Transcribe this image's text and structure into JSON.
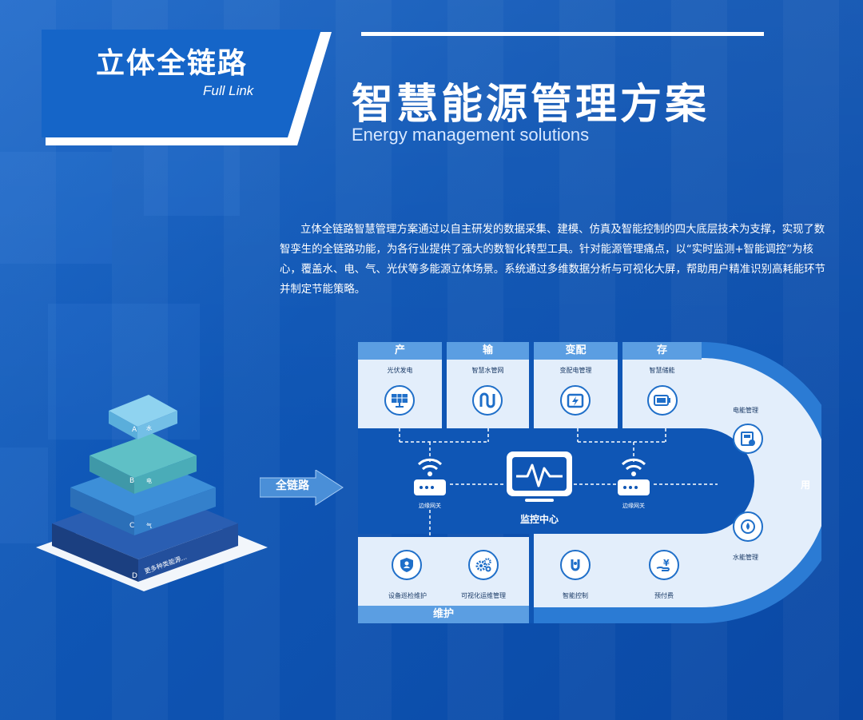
{
  "header": {
    "badge_title": "立体全链路",
    "badge_sub": "Full Link",
    "title": "智慧能源管理方案",
    "subtitle": "Energy management solutions"
  },
  "intro": "立体全链路智慧管理方案通过以自主研发的数据采集、建模、仿真及智能控制的四大底层技术为支撑，实现了数智孪生的全链路功能，为各行业提供了强大的数智化转型工具。针对能源管理痛点，以“实时监测+智能调控”为核心，覆盖水、电、气、光伏等多能源立体场景。系统通过多维数据分析与可视化大屏，帮助用户精准识别高耗能环节并制定节能策略。",
  "pyramid": {
    "layers": [
      {
        "letter": "A",
        "label": "水"
      },
      {
        "letter": "B",
        "label": "电"
      },
      {
        "letter": "C",
        "label": "气"
      },
      {
        "letter": "D",
        "label": "更多种类能源..."
      }
    ]
  },
  "arrow_label": "全链路",
  "diagram": {
    "columns": [
      {
        "head": "产",
        "item": "光伏发电",
        "icon": "solar-panel-icon"
      },
      {
        "head": "输",
        "item": "智慧水管网",
        "icon": "pipe-network-icon"
      },
      {
        "head": "变配",
        "item": "变配电管理",
        "icon": "power-distribution-icon"
      },
      {
        "head": "存",
        "item": "智慧储能",
        "icon": "battery-icon"
      }
    ],
    "use_label": "用",
    "use_items": [
      {
        "label": "电能管理",
        "icon": "electric-meter-icon"
      },
      {
        "label": "水能管理",
        "icon": "water-drop-icon"
      }
    ],
    "gateway_label": "边缘网关",
    "monitor_label": "监控中心",
    "maintain_label": "维护",
    "bottom_items": [
      {
        "label": "设备巡检维护",
        "icon": "shield-person-icon"
      },
      {
        "label": "可视化运维管理",
        "icon": "gears-icon"
      },
      {
        "label": "智能控制",
        "icon": "smart-control-icon"
      },
      {
        "label": "预付费",
        "icon": "prepaid-icon"
      }
    ]
  },
  "colors": {
    "background": "#0f56b5",
    "panel": "#e3eefb",
    "header_band": "#5b9ee2",
    "accent": "#1f6fc9"
  }
}
